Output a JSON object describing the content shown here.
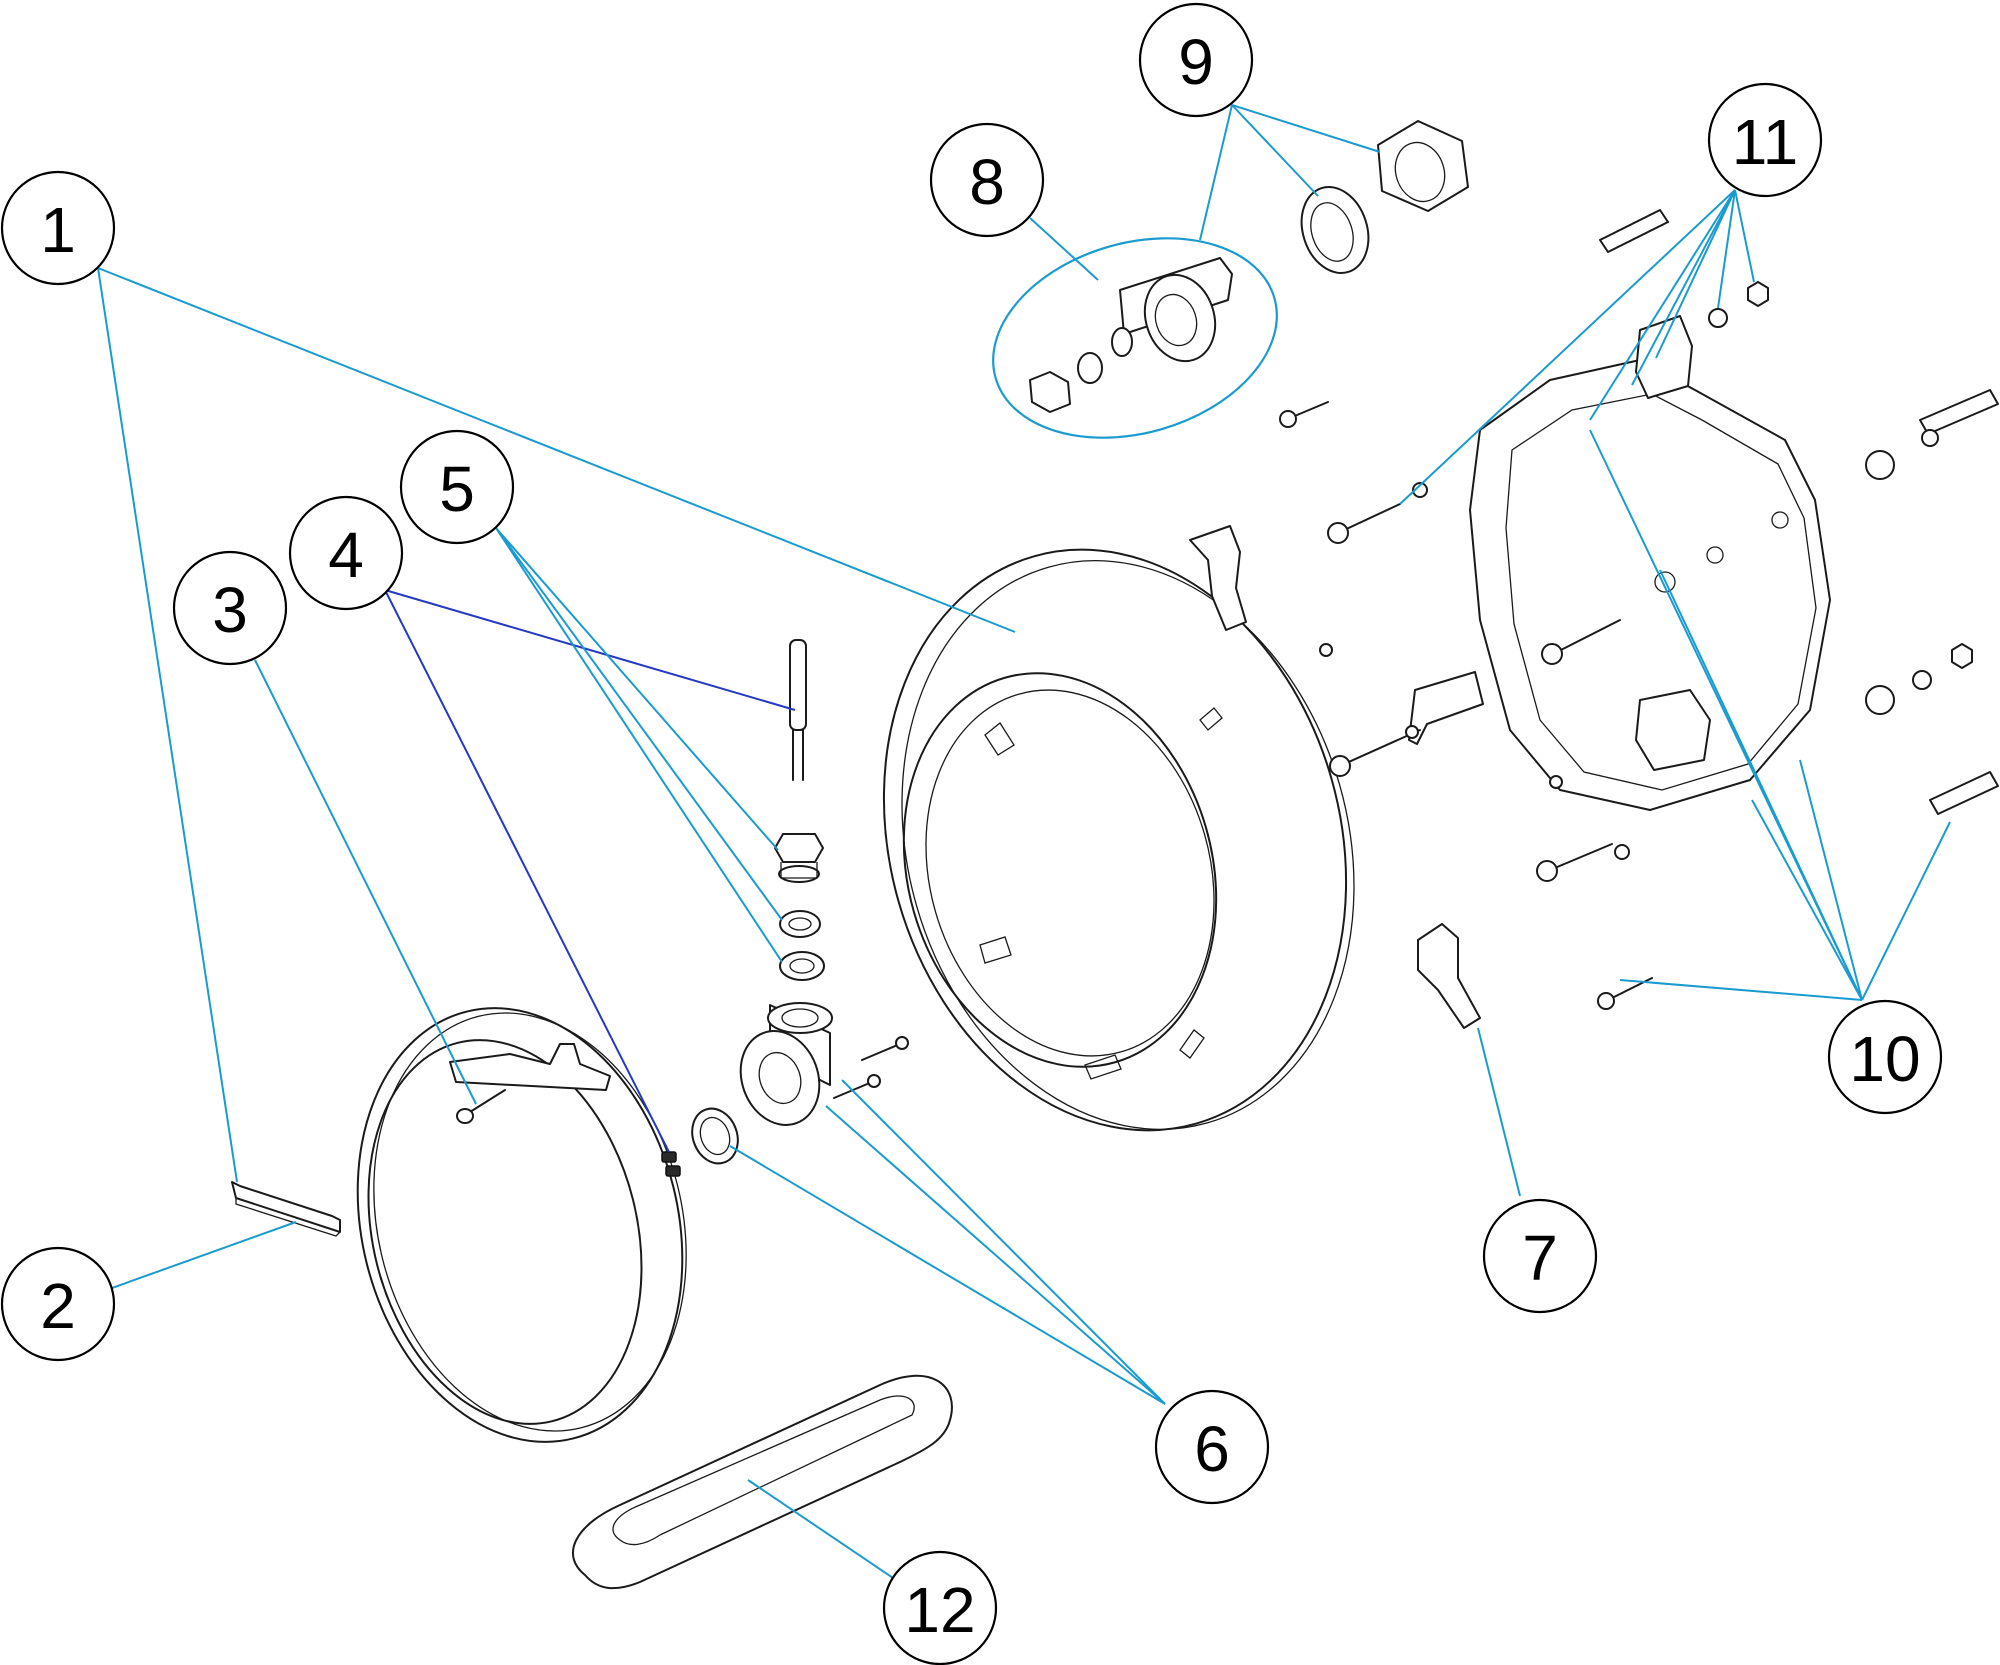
{
  "diagram": {
    "callouts": [
      {
        "id": "1",
        "label": "1"
      },
      {
        "id": "2",
        "label": "2"
      },
      {
        "id": "3",
        "label": "3"
      },
      {
        "id": "4",
        "label": "4"
      },
      {
        "id": "5",
        "label": "5"
      },
      {
        "id": "6",
        "label": "6"
      },
      {
        "id": "7",
        "label": "7"
      },
      {
        "id": "8",
        "label": "8"
      },
      {
        "id": "9",
        "label": "9"
      },
      {
        "id": "10",
        "label": "10"
      },
      {
        "id": "11",
        "label": "11"
      },
      {
        "id": "12",
        "label": "12"
      }
    ],
    "colors": {
      "leader": "#1a9bd0",
      "leader_alt": "#2438c4",
      "outline": "#1a1a1a"
    }
  }
}
